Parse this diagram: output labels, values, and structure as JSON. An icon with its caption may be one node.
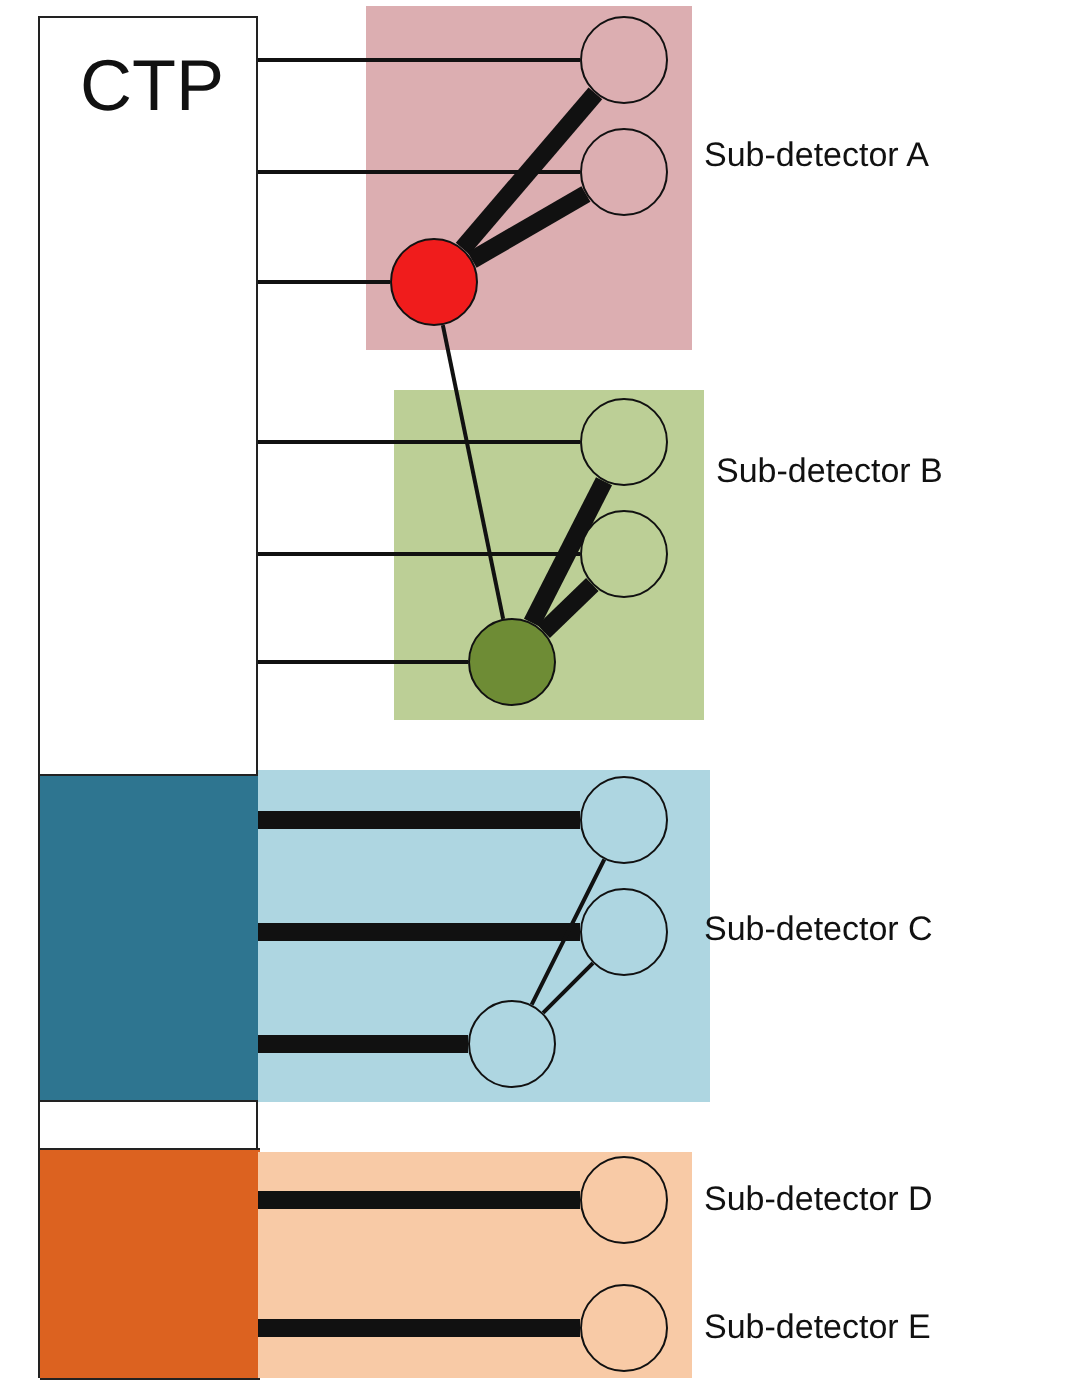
{
  "diagram": {
    "nodes": [
      {
        "text": [
          "CTP"
        ]
      },
      {
        "text": [],
        "shape": "box",
        "in": 0
      },
      {
        "text": [],
        "shape": "box",
        "in": 0
      },
      {
        "text": [
          "Sub-detector A"
        ]
      },
      {
        "text": [],
        "shape": "circle",
        "in": 3
      },
      {
        "text": [],
        "shape": "circle",
        "in": 3
      },
      {
        "text": [],
        "shape": "circle",
        "in": 3
      },
      {
        "text": [
          "Sub-detector B"
        ]
      },
      {
        "text": [],
        "shape": "circle",
        "in": 7
      },
      {
        "text": [],
        "shape": "circle",
        "in": 7
      },
      {
        "text": [],
        "shape": "circle",
        "in": 7
      },
      {
        "text": [
          "Sub-detector C"
        ]
      },
      {
        "text": [],
        "shape": "circle",
        "in": 11
      },
      {
        "text": [],
        "shape": "circle",
        "in": 11
      },
      {
        "text": [],
        "shape": "circle",
        "in": 11
      },
      {
        "text": [
          "Sub-detector D",
          "Sub-detector E"
        ]
      },
      {
        "text": [],
        "shape": "circle",
        "in": 15
      },
      {
        "text": [],
        "shape": "circle",
        "in": 15
      }
    ],
    "edges": [
      {
        "from": 0,
        "to": 4,
        "arrow": "none"
      },
      {
        "from": 0,
        "to": 5,
        "arrow": "none"
      },
      {
        "from": 0,
        "to": 6,
        "arrow": "none"
      },
      {
        "from": 6,
        "to": 4,
        "arrow": "none",
        "style": "thick"
      },
      {
        "from": 6,
        "to": 5,
        "arrow": "none",
        "style": "thick"
      },
      {
        "from": 6,
        "to": 10,
        "arrow": "none"
      },
      {
        "from": 0,
        "to": 8,
        "arrow": "none"
      },
      {
        "from": 0,
        "to": 9,
        "arrow": "none"
      },
      {
        "from": 0,
        "to": 10,
        "arrow": "none"
      },
      {
        "from": 10,
        "to": 8,
        "arrow": "none",
        "style": "thick"
      },
      {
        "from": 10,
        "to": 9,
        "arrow": "none",
        "style": "thick"
      },
      {
        "from": 1,
        "to": 12,
        "arrow": "none",
        "style": "thick"
      },
      {
        "from": 1,
        "to": 13,
        "arrow": "none",
        "style": "thick"
      },
      {
        "from": 1,
        "to": 14,
        "arrow": "none",
        "style": "thick"
      },
      {
        "from": 14,
        "to": 12,
        "arrow": "none"
      },
      {
        "from": 14,
        "to": 13,
        "arrow": "none"
      },
      {
        "from": 2,
        "to": 16,
        "arrow": "none",
        "style": "thick"
      },
      {
        "from": 2,
        "to": 17,
        "arrow": "none",
        "style": "thick"
      }
    ]
  }
}
